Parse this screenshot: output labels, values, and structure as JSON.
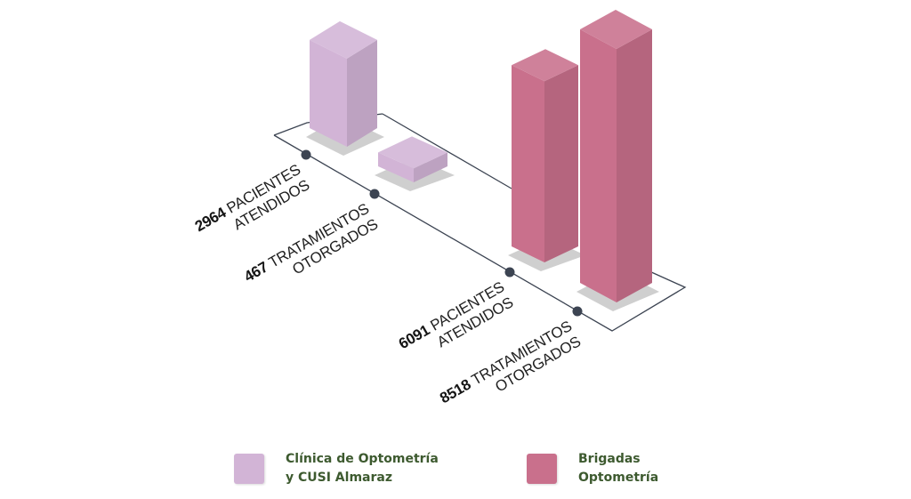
{
  "chart_data": {
    "type": "bar",
    "categories": [
      {
        "value": "2964",
        "label_line1": "PACIENTES",
        "label_line2": "ATENDIDOS"
      },
      {
        "value": "467",
        "label_line1": "TRATAMIENTOS",
        "label_line2": "OTORGADOS"
      },
      {
        "value": "6091",
        "label_line1": "PACIENTES",
        "label_line2": "ATENDIDOS"
      },
      {
        "value": "8518",
        "label_line1": "TRATAMIENTOS",
        "label_line2": "OTORGADOS"
      }
    ],
    "series": [
      {
        "name_line1": "Clínica de Optometría",
        "name_line2": "y CUSI Almaraz",
        "color": "#d2b4d6",
        "values": [
          2964,
          467
        ]
      },
      {
        "name_line1": "Brigadas",
        "name_line2": "Optometría",
        "color": "#c9708c",
        "values": [
          6091,
          8518
        ]
      }
    ],
    "legend_position": "bottom",
    "grid": false
  }
}
